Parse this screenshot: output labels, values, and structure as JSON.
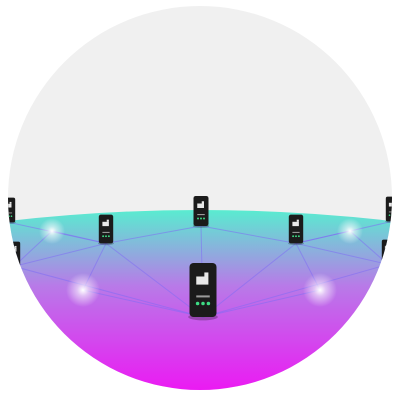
{
  "illustration": {
    "sky_color": "#f0f0f0",
    "ground_gradient": [
      "#59ecd0",
      "#b87ae8",
      "#f011f4"
    ],
    "link_color": "#7f6cf4",
    "glow_color": "#ffffff",
    "device_body_color": "#1b1b1b",
    "device_screen_color": "#e8e8e8",
    "device_led_color": "#3ddc84",
    "nodes": [
      {
        "name": "node-hub",
        "icon": "server-icon",
        "role": "hub"
      },
      {
        "name": "node-left-center",
        "icon": "server-icon",
        "role": "peer"
      },
      {
        "name": "node-top-center",
        "icon": "server-icon",
        "role": "peer"
      },
      {
        "name": "node-right-center",
        "icon": "server-icon",
        "role": "peer"
      },
      {
        "name": "node-far-left",
        "icon": "server-icon",
        "role": "peer"
      },
      {
        "name": "node-far-left-lower",
        "icon": "server-icon",
        "role": "peer"
      },
      {
        "name": "node-far-right",
        "icon": "server-icon",
        "role": "peer"
      },
      {
        "name": "node-far-right-lower",
        "icon": "server-icon",
        "role": "peer"
      }
    ]
  }
}
